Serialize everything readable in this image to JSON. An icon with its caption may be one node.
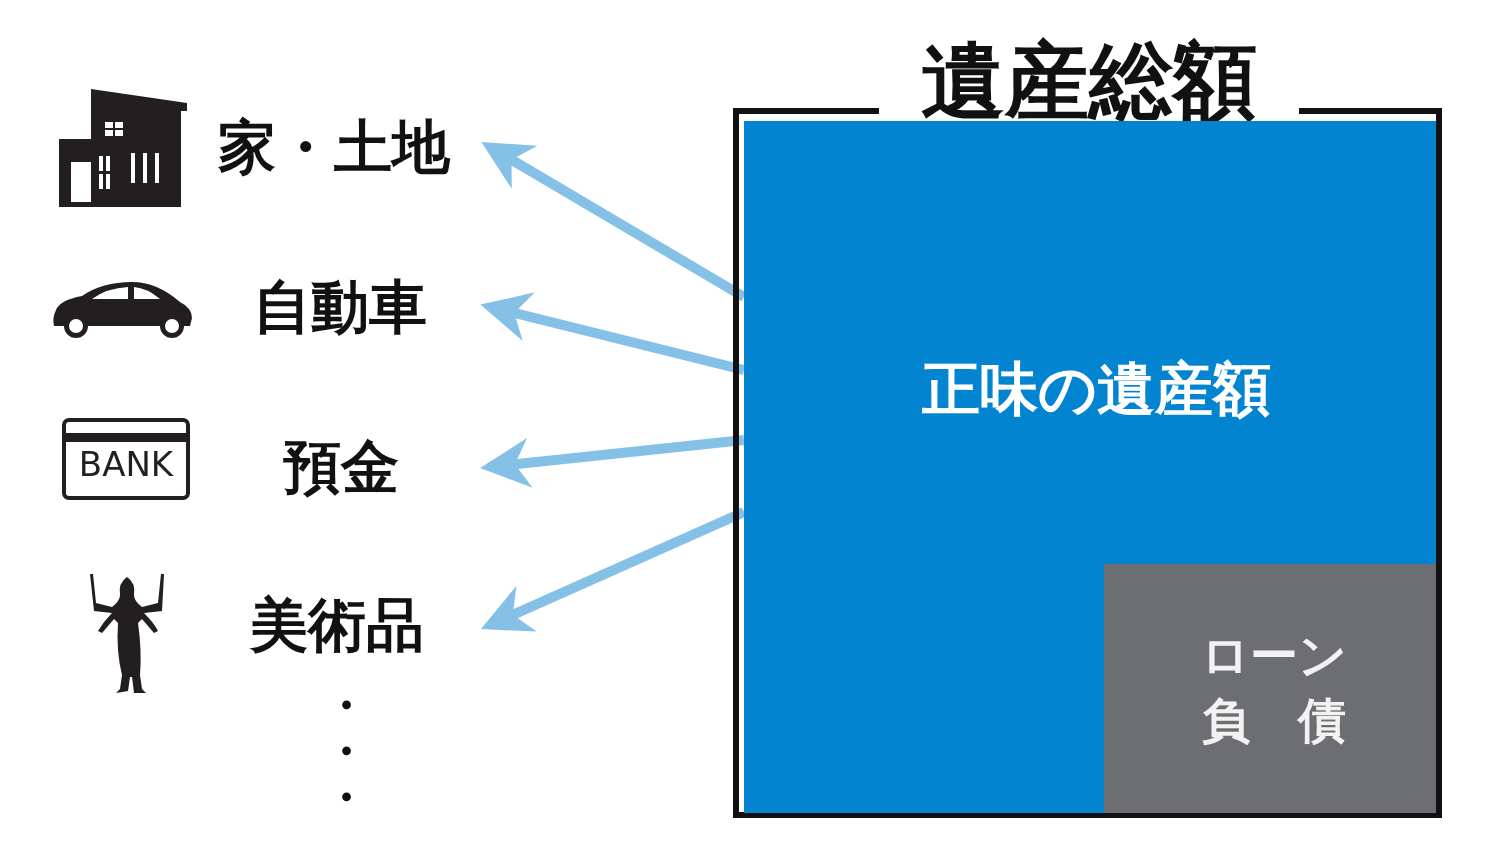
{
  "diagram": {
    "nodes": [
      {
        "text": [
          "遺産総額"
        ]
      },
      {
        "text": [
          "正味の遺産額"
        ],
        "in": 0
      },
      {
        "text": [
          "ローン",
          "負　債"
        ],
        "in": 1
      },
      {
        "text": [
          "家・土地"
        ]
      },
      {
        "text": [
          "自動車"
        ]
      },
      {
        "text": [
          "預金"
        ]
      },
      {
        "text": [
          "美術品"
        ]
      }
    ],
    "edges": [
      {
        "from": 1,
        "to": 3,
        "arrow": "to"
      },
      {
        "from": 1,
        "to": 4,
        "arrow": "to"
      },
      {
        "from": 1,
        "to": 5,
        "arrow": "to"
      },
      {
        "from": 1,
        "to": 6,
        "arrow": "to"
      }
    ],
    "labels": [
      "BANK",
      "・",
      "・",
      "・"
    ]
  }
}
